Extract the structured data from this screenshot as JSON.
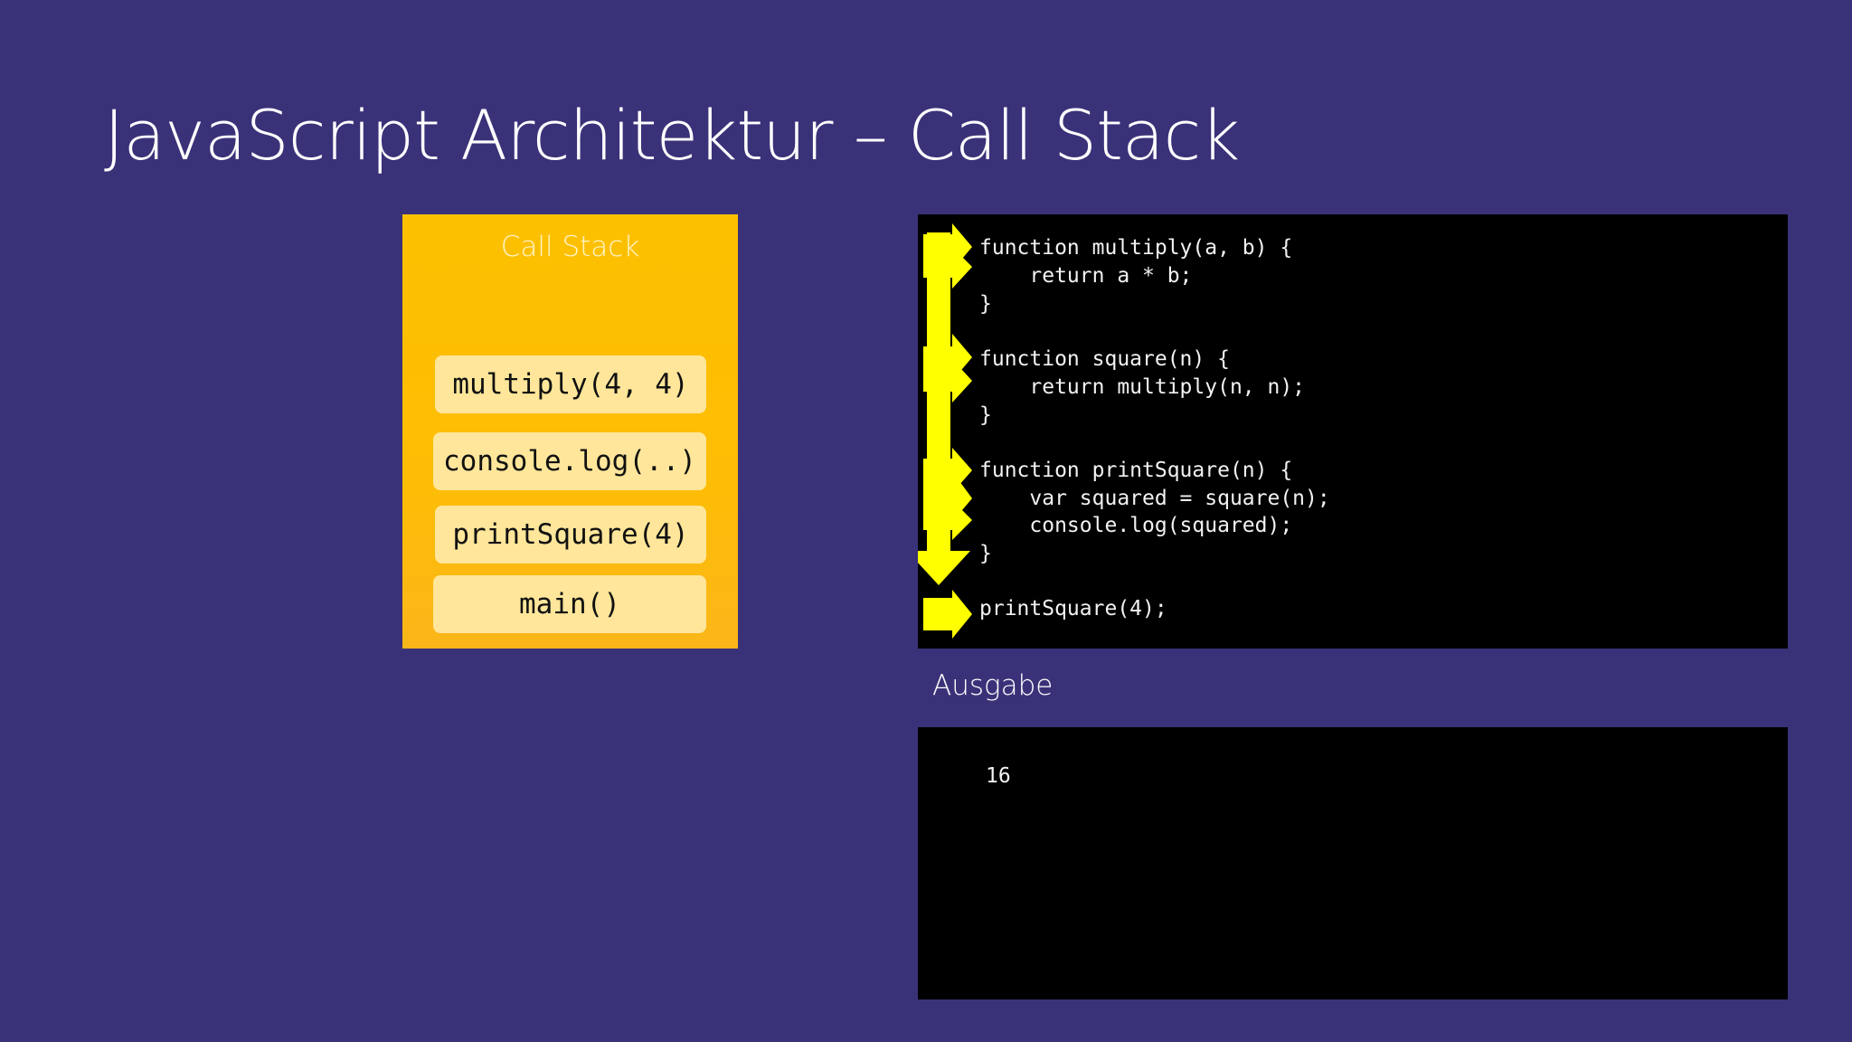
{
  "slide": {
    "title": "JavaScript Architektur – Call Stack",
    "background_color": "#3a3278"
  },
  "call_stack": {
    "heading": "Call Stack",
    "panel_color": "#fdc000",
    "frame_color": "#ffe69a",
    "frames": [
      "multiply(4, 4)",
      "console.log(..)",
      "printSquare(4)",
      "main()"
    ]
  },
  "code": {
    "lines": [
      "function multiply(a, b) {",
      "    return a * b;",
      "}",
      "function square(n) {",
      "    return multiply(n, n);",
      "}",
      "function printSquare(n) {",
      "    var squared = square(n);",
      "    console.log(squared);",
      "}",
      "printSquare(4);"
    ],
    "arrow_color": "#ffff00",
    "arrow_icon": "execution-arrow-icon"
  },
  "output": {
    "label": "Ausgabe",
    "lines": [
      "16"
    ]
  }
}
